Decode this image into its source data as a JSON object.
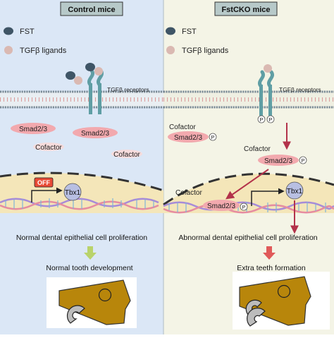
{
  "panels": {
    "left": {
      "title": "Control mice",
      "legend_fst": "FST",
      "legend_tgfb": "TGFβ ligands",
      "receptor_label": "TGFβ receptors",
      "smad_a": "Smad2/3",
      "smad_b": "Smad2/3",
      "cofactor_a": "Cofactor",
      "cofactor_b": "Cofactor",
      "off_label": "OFF",
      "tbx1_label": "Tbx1",
      "outcome": "Normal dental epithelial cell proliferation",
      "result": "Normal tooth development"
    },
    "right": {
      "title": "FstCKO mice",
      "legend_fst": "FST",
      "legend_tgfb": "TGFβ ligands",
      "receptor_label": "TGFβ receptors",
      "phospho_a": "P",
      "phospho_b": "P",
      "cofactor_a": "Cofactor",
      "smad_a": "Smad2/3",
      "p_a": "P",
      "cofactor_b": "Cofactor",
      "smad_b": "Smad2/3",
      "p_b": "P",
      "cofactor_c": "Cofactor",
      "smad_c": "Smad2/3",
      "p_c": "P",
      "tbx1_label": "Tbx1",
      "outcome": "Abnormal dental epithelial cell proliferation",
      "result": "Extra teeth formation"
    }
  },
  "colors": {
    "left_bg": "#dbe7f6",
    "right_bg": "#f4f4e6",
    "title_bg": "#b7c9c9",
    "fst": "#3f5566",
    "tgfb": "#dab9b2",
    "receptor": "#5f9ea4",
    "smad": "#f2a9ae",
    "nucleus": "#f4e6b9",
    "tbx1": "#b8bfe2",
    "off": "#e84b36",
    "red_arrow": "#b3324a",
    "green_arrow": "#b9d36b",
    "tooth": "#b8860b"
  }
}
